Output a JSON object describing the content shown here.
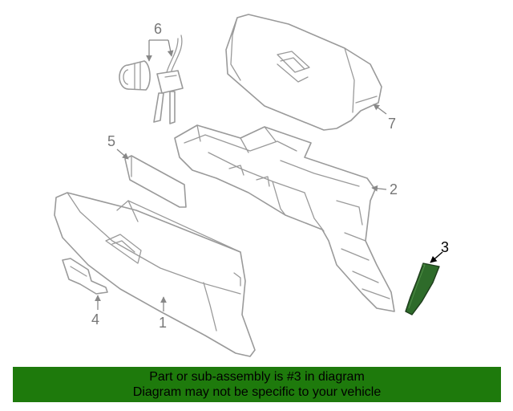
{
  "diagram": {
    "callouts": {
      "part_1": "1",
      "part_2": "2",
      "part_3": "3",
      "part_4": "4",
      "part_5": "5",
      "part_6": "6",
      "part_7": "7"
    },
    "highlight_color": "#2e6b2a"
  },
  "banner": {
    "line1": "Part or sub-assembly is #3 in diagram",
    "line2": "Diagram may not be specific to your vehicle",
    "background": "#1e7a0c"
  }
}
